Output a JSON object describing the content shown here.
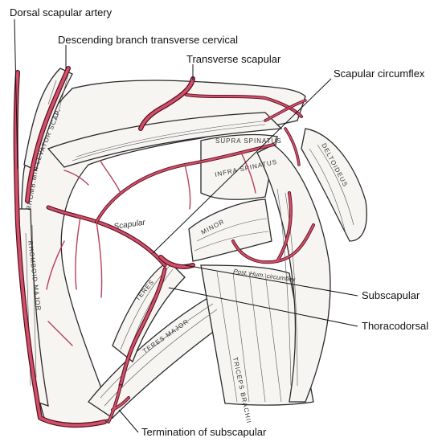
{
  "labels": {
    "dorsal_scapular": "Dorsal scapular artery",
    "descending_branch": "Descending branch transverse cervical",
    "transverse_scapular": "Transverse scapular",
    "scapular_circumflex": "Scapular circumflex",
    "subscapular": "Subscapular",
    "thoracodorsal": "Thoracodorsal",
    "termination": "Termination of subscapular"
  },
  "muscles": {
    "levator": "LEVATOR SCAP.",
    "rhomb_min": "RHOMB.MIN.",
    "rhomb_maj": "RHOMBOID.MAJOR",
    "supra": "SUPRA SPINATUS",
    "infra": "INFRA SPINATUS",
    "minor": "MINOR",
    "teres_top": "TERES",
    "teres_major": "TERES MAJOR",
    "deltoideus": "DELTOIDEUS",
    "triceps": "TRICEPS BRACHII",
    "scapular": "Scapular",
    "post_humeral": "Post. Hum. circumflex"
  },
  "colors": {
    "artery_outline": "#5a1020",
    "artery_fill": "#d2506a",
    "ink": "#2a2a2a"
  }
}
